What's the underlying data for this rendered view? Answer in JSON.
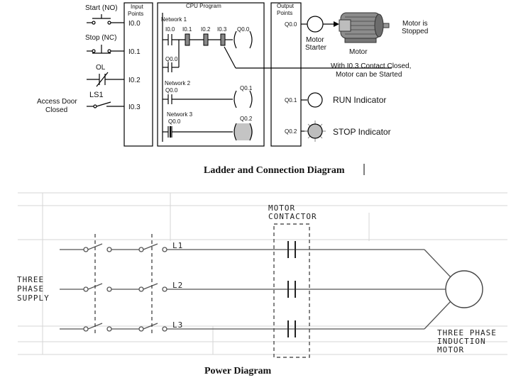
{
  "ladder": {
    "inputs": {
      "start": "Start (NO)",
      "stop": "Stop (NC)",
      "ol": "OL",
      "ls1": "LS1",
      "access_door": "Access Door",
      "closed": "Closed"
    },
    "input_points": {
      "title_line1": "Input",
      "title_line2": "Points",
      "i0": "I0.0",
      "i1": "I0.1",
      "i2": "I0.2",
      "i3": "I0.3"
    },
    "cpu": {
      "title": "CPU Program",
      "network1": "Network 1",
      "network2": "Network 2",
      "network3": "Network 3",
      "c_i00": "I0.0",
      "c_i01": "I0.1",
      "c_i02": "I0.2",
      "c_i03": "I0.3",
      "coil_q00": "Q0.0",
      "seal_q00": "Q0.0",
      "n2_contact": "Q0.0",
      "n2_coil": "Q0.1",
      "n3_contact": "Q0.0",
      "n3_coil": "Q0.2"
    },
    "output_points": {
      "title_line1": "Output",
      "title_line2": "Points",
      "q00": "Q0.0",
      "q01": "Q0.1",
      "q02": "Q0.2"
    },
    "outputs": {
      "motor_starter_line1": "Motor",
      "motor_starter_line2": "Starter",
      "motor": "Motor",
      "motor_status_line1": "Motor is",
      "motor_status_line2": "Stopped",
      "note_line1": "With I0.3 Contact Closed,",
      "note_line2": "Motor can be Started",
      "run": "RUN Indicator",
      "stop": "STOP Indicator"
    },
    "caption": "Ladder and Connection Diagram"
  },
  "power": {
    "contactor_line1": "MOTOR",
    "contactor_line2": "CONTACTOR",
    "supply_line1": "THREE",
    "supply_line2": "PHASE",
    "supply_line3": "SUPPLY",
    "l1": "L1",
    "l2": "L2",
    "l3": "L3",
    "motor_line1": "THREE PHASE",
    "motor_line2": "INDUCTION",
    "motor_line3": "MOTOR",
    "caption": "Power Diagram"
  },
  "colors": {
    "stop_lamp": "#bdbdbd",
    "active_coil": "#c4c4c4",
    "motor_body": "#8c8c8c"
  }
}
